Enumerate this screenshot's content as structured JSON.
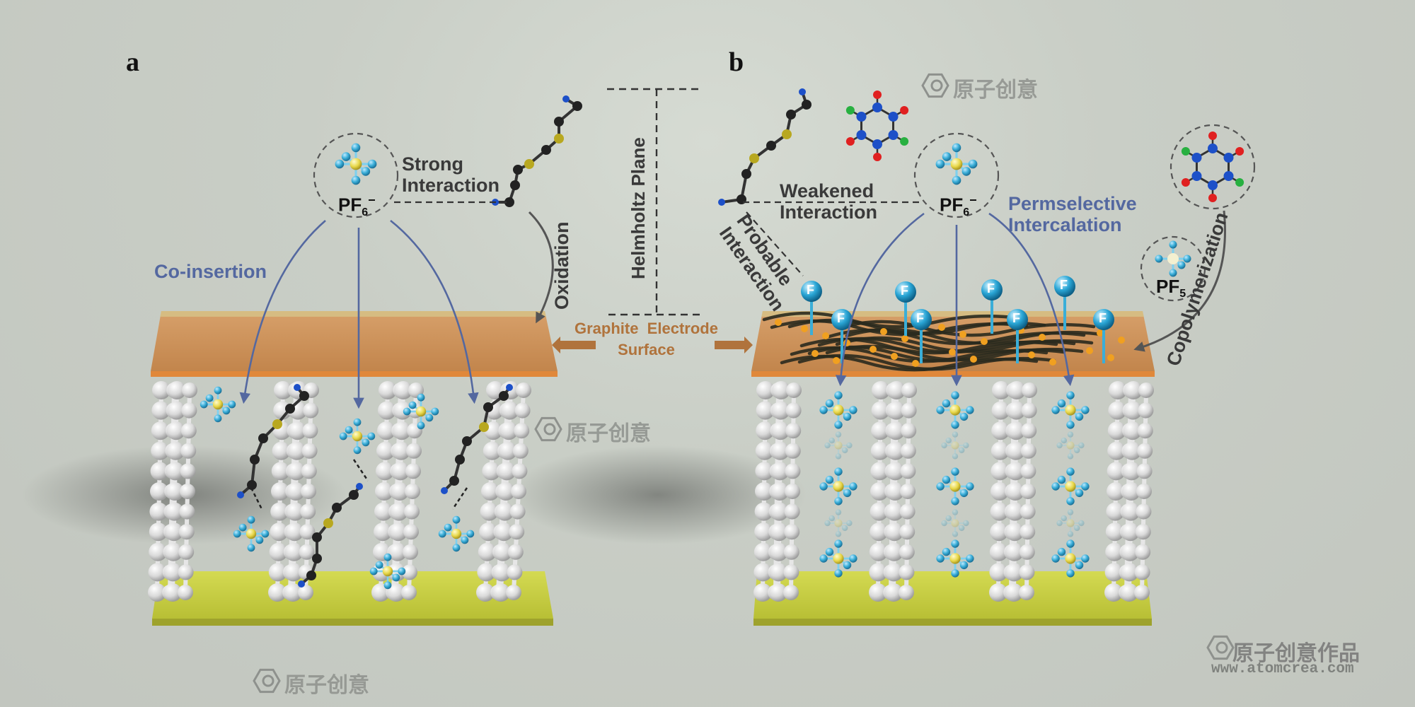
{
  "panels": {
    "a": "a",
    "b": "b"
  },
  "labels": {
    "strong_interaction": "Strong\nInteraction",
    "co_insertion": "Co-insertion",
    "oxidation": "Oxidation",
    "helmholtz_plane": "Helmholtz Plane",
    "graphite_surface": "Graphite  Electrode\nSurface",
    "weakened_interaction": "Weakened\nInteraction",
    "probable_interaction": "Probable\nInteraction",
    "permselective_intercalation": "Permselective\nIntercalation",
    "copolymerization": "Copolymerization",
    "fluorine_atom": "F"
  },
  "formulas": {
    "pf6": {
      "base": "PF",
      "sub": "6",
      "sup": "−"
    },
    "pf5": {
      "base": "PF",
      "sub": "5"
    }
  },
  "watermark": {
    "brand": "原子创意",
    "brand_full": "原子创意作品",
    "url": "www.atomcrea.com"
  },
  "colors": {
    "graphite_surface": "#c98a4e",
    "substrate": "#c9d143",
    "blue_arrow": "#5468a0",
    "brown_arrow": "#b0733c",
    "dark_arrow": "#555555",
    "p_atom": "#e8d84a",
    "f_atom": "#3aaed8",
    "carbon": "#222222",
    "sulfur": "#b8a820",
    "nitrogen_blue": "#1d50c8",
    "oxygen": "#e02020",
    "chlorine": "#28b040"
  }
}
